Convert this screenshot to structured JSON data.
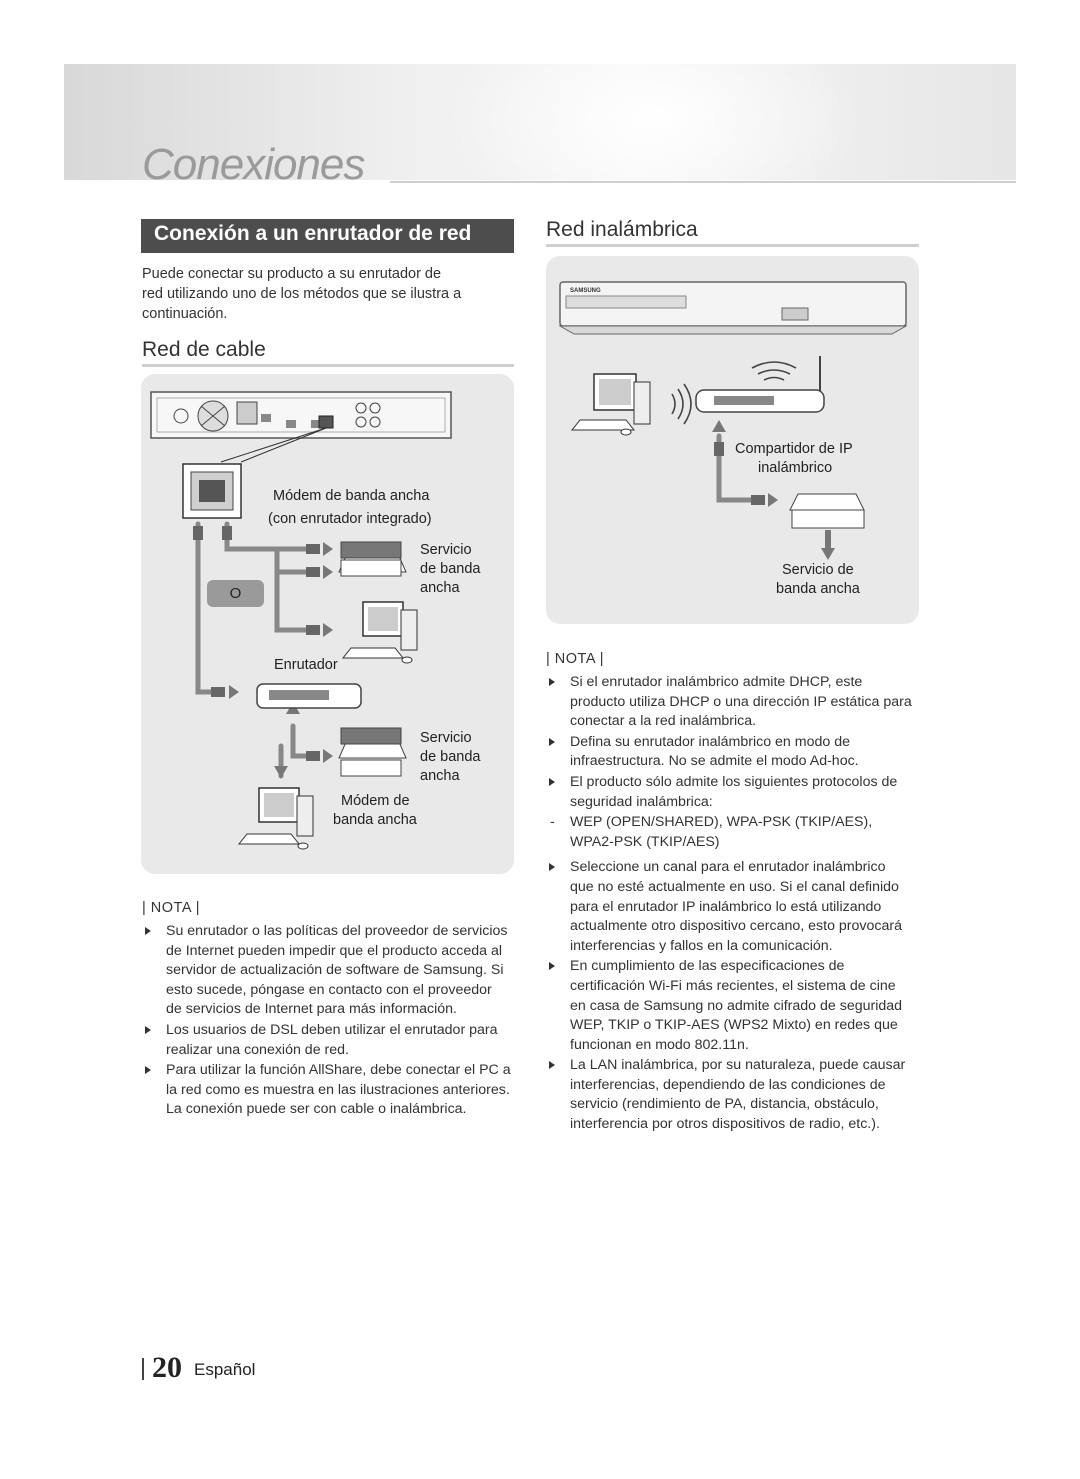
{
  "chapter": "Conexiones",
  "section": {
    "title": "Conexión a un enrutador de red",
    "intro": [
      "Puede conectar su producto a su enrutador de",
      "red utilizando uno de los métodos que se ilustra a",
      "continuación."
    ]
  },
  "wired": {
    "title": "Red de cable",
    "labels": {
      "modem_router_1": "Módem de banda ancha",
      "modem_router_2": "(con enrutador integrado)",
      "service_top_1": "Servicio",
      "service_top_2": "de banda",
      "service_top_3": "ancha",
      "or": "O",
      "router": "Enrutador",
      "service_bottom_1": "Servicio",
      "service_bottom_2": "de banda",
      "service_bottom_3": "ancha",
      "modem_1": "Módem de",
      "modem_2": "banda ancha"
    },
    "nota_label": "NOTA",
    "notes": [
      [
        "Su enrutador o las políticas del proveedor de servicios",
        "de Internet pueden impedir que el producto acceda al",
        "servidor de actualización de software de Samsung. Si",
        "esto sucede, póngase en contacto con el proveedor",
        "de servicios de Internet para más información."
      ],
      [
        "Los usuarios de DSL deben utilizar el enrutador para",
        "realizar una conexión de red."
      ],
      [
        "Para utilizar la función AllShare, debe conectar el PC a",
        "la red como es muestra en las ilustraciones anteriores.",
        "La conexión puede ser con cable o inalámbrica."
      ]
    ]
  },
  "wireless": {
    "title": "Red inalámbrica",
    "brand": "SAMSUNG",
    "labels": {
      "sharer_1": "Compartidor de IP",
      "sharer_2": "inalámbrico",
      "service_1": "Servicio de",
      "service_2": "banda ancha"
    },
    "nota_label": "NOTA",
    "notes": [
      [
        "Si el enrutador inalámbrico admite DHCP, este",
        "producto utiliza DHCP o una dirección IP estática para",
        "conectar a la red inalámbrica."
      ],
      [
        "Defina su enrutador inalámbrico en modo de",
        "infraestructura. No se admite el modo Ad-hoc."
      ],
      [
        "El producto sólo admite los siguientes protocolos de",
        "seguridad inalámbrica:"
      ],
      [
        "WEP (OPEN/SHARED), WPA-PSK (TKIP/AES),",
        "WPA2-PSK (TKIP/AES)"
      ],
      [
        "Seleccione un canal para el enrutador inalámbrico",
        "que no esté actualmente en uso. Si el canal definido",
        "para el enrutador IP inalámbrico lo está utilizando",
        "actualmente otro dispositivo cercano, esto provocará",
        "interferencias y fallos en la comunicación."
      ],
      [
        "En cumplimiento de las especificaciones de",
        "certificación Wi-Fi más recientes, el sistema de cine",
        "en casa de Samsung no admite cifrado de seguridad",
        "WEP, TKIP o TKIP-AES (WPS2 Mixto) en redes que",
        "funcionan en modo 802.11n."
      ],
      [
        "La LAN inalámbrica, por su naturaleza, puede causar",
        "interferencias, dependiendo de las condiciones de",
        "servicio (rendimiento de PA, distancia, obstáculo,",
        "interferencia por otros dispositivos de radio, etc.)."
      ]
    ]
  },
  "footer": {
    "page": "20",
    "language": "Español"
  }
}
